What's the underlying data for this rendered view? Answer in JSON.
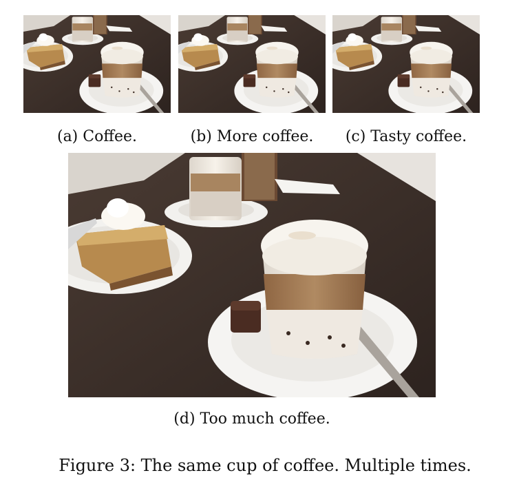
{
  "subfigures": [
    {
      "id": "a",
      "caption": "(a) Coffee."
    },
    {
      "id": "b",
      "caption": "(b) More coffee."
    },
    {
      "id": "c",
      "caption": "(c) Tasty coffee."
    },
    {
      "id": "d",
      "caption": "(d) Too much coffee."
    }
  ],
  "figure_caption": "Figure 3: The same cup of coffee. Multiple times.",
  "colors": {
    "table": "#3b2f2a",
    "wall": "#e9e6e1",
    "saucer": "#f4f3f1",
    "foam": "#f7f4ee",
    "coffee_layer": "#a77d55",
    "milk": "#efe9e1",
    "cake": "#b98a4c",
    "brownie": "#4a2c22"
  }
}
